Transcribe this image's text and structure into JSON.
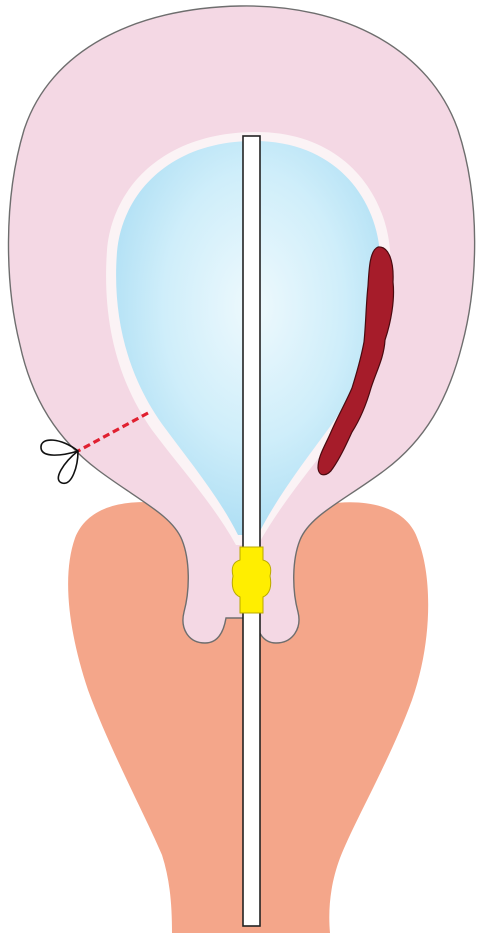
{
  "diagram": {
    "elements": [
      "uterus",
      "cervix",
      "intrauterine-balloon",
      "catheter",
      "cervical-valve",
      "hematoma",
      "uterine-wall-suture"
    ],
    "colors": {
      "uterus_fill": "#f4d8e4",
      "uterus_stroke": "#6e6e6e",
      "cervix_fill": "#f4a68a",
      "balloon_edge": "#a9dcf3",
      "balloon_center": "#eef9fd",
      "balloon_rim": "#fbf3f5",
      "catheter_fill": "#ffffff",
      "catheter_stroke": "#222222",
      "valve_fill": "#ffee00",
      "hematoma_fill": "#a61c2a",
      "hematoma_stroke": "#4a0a10",
      "suture_color": "#e02030",
      "loop_stroke": "#111111"
    },
    "icons": {
      "valve": "valve-icon",
      "suture_loop": "suture-loop-icon"
    }
  }
}
